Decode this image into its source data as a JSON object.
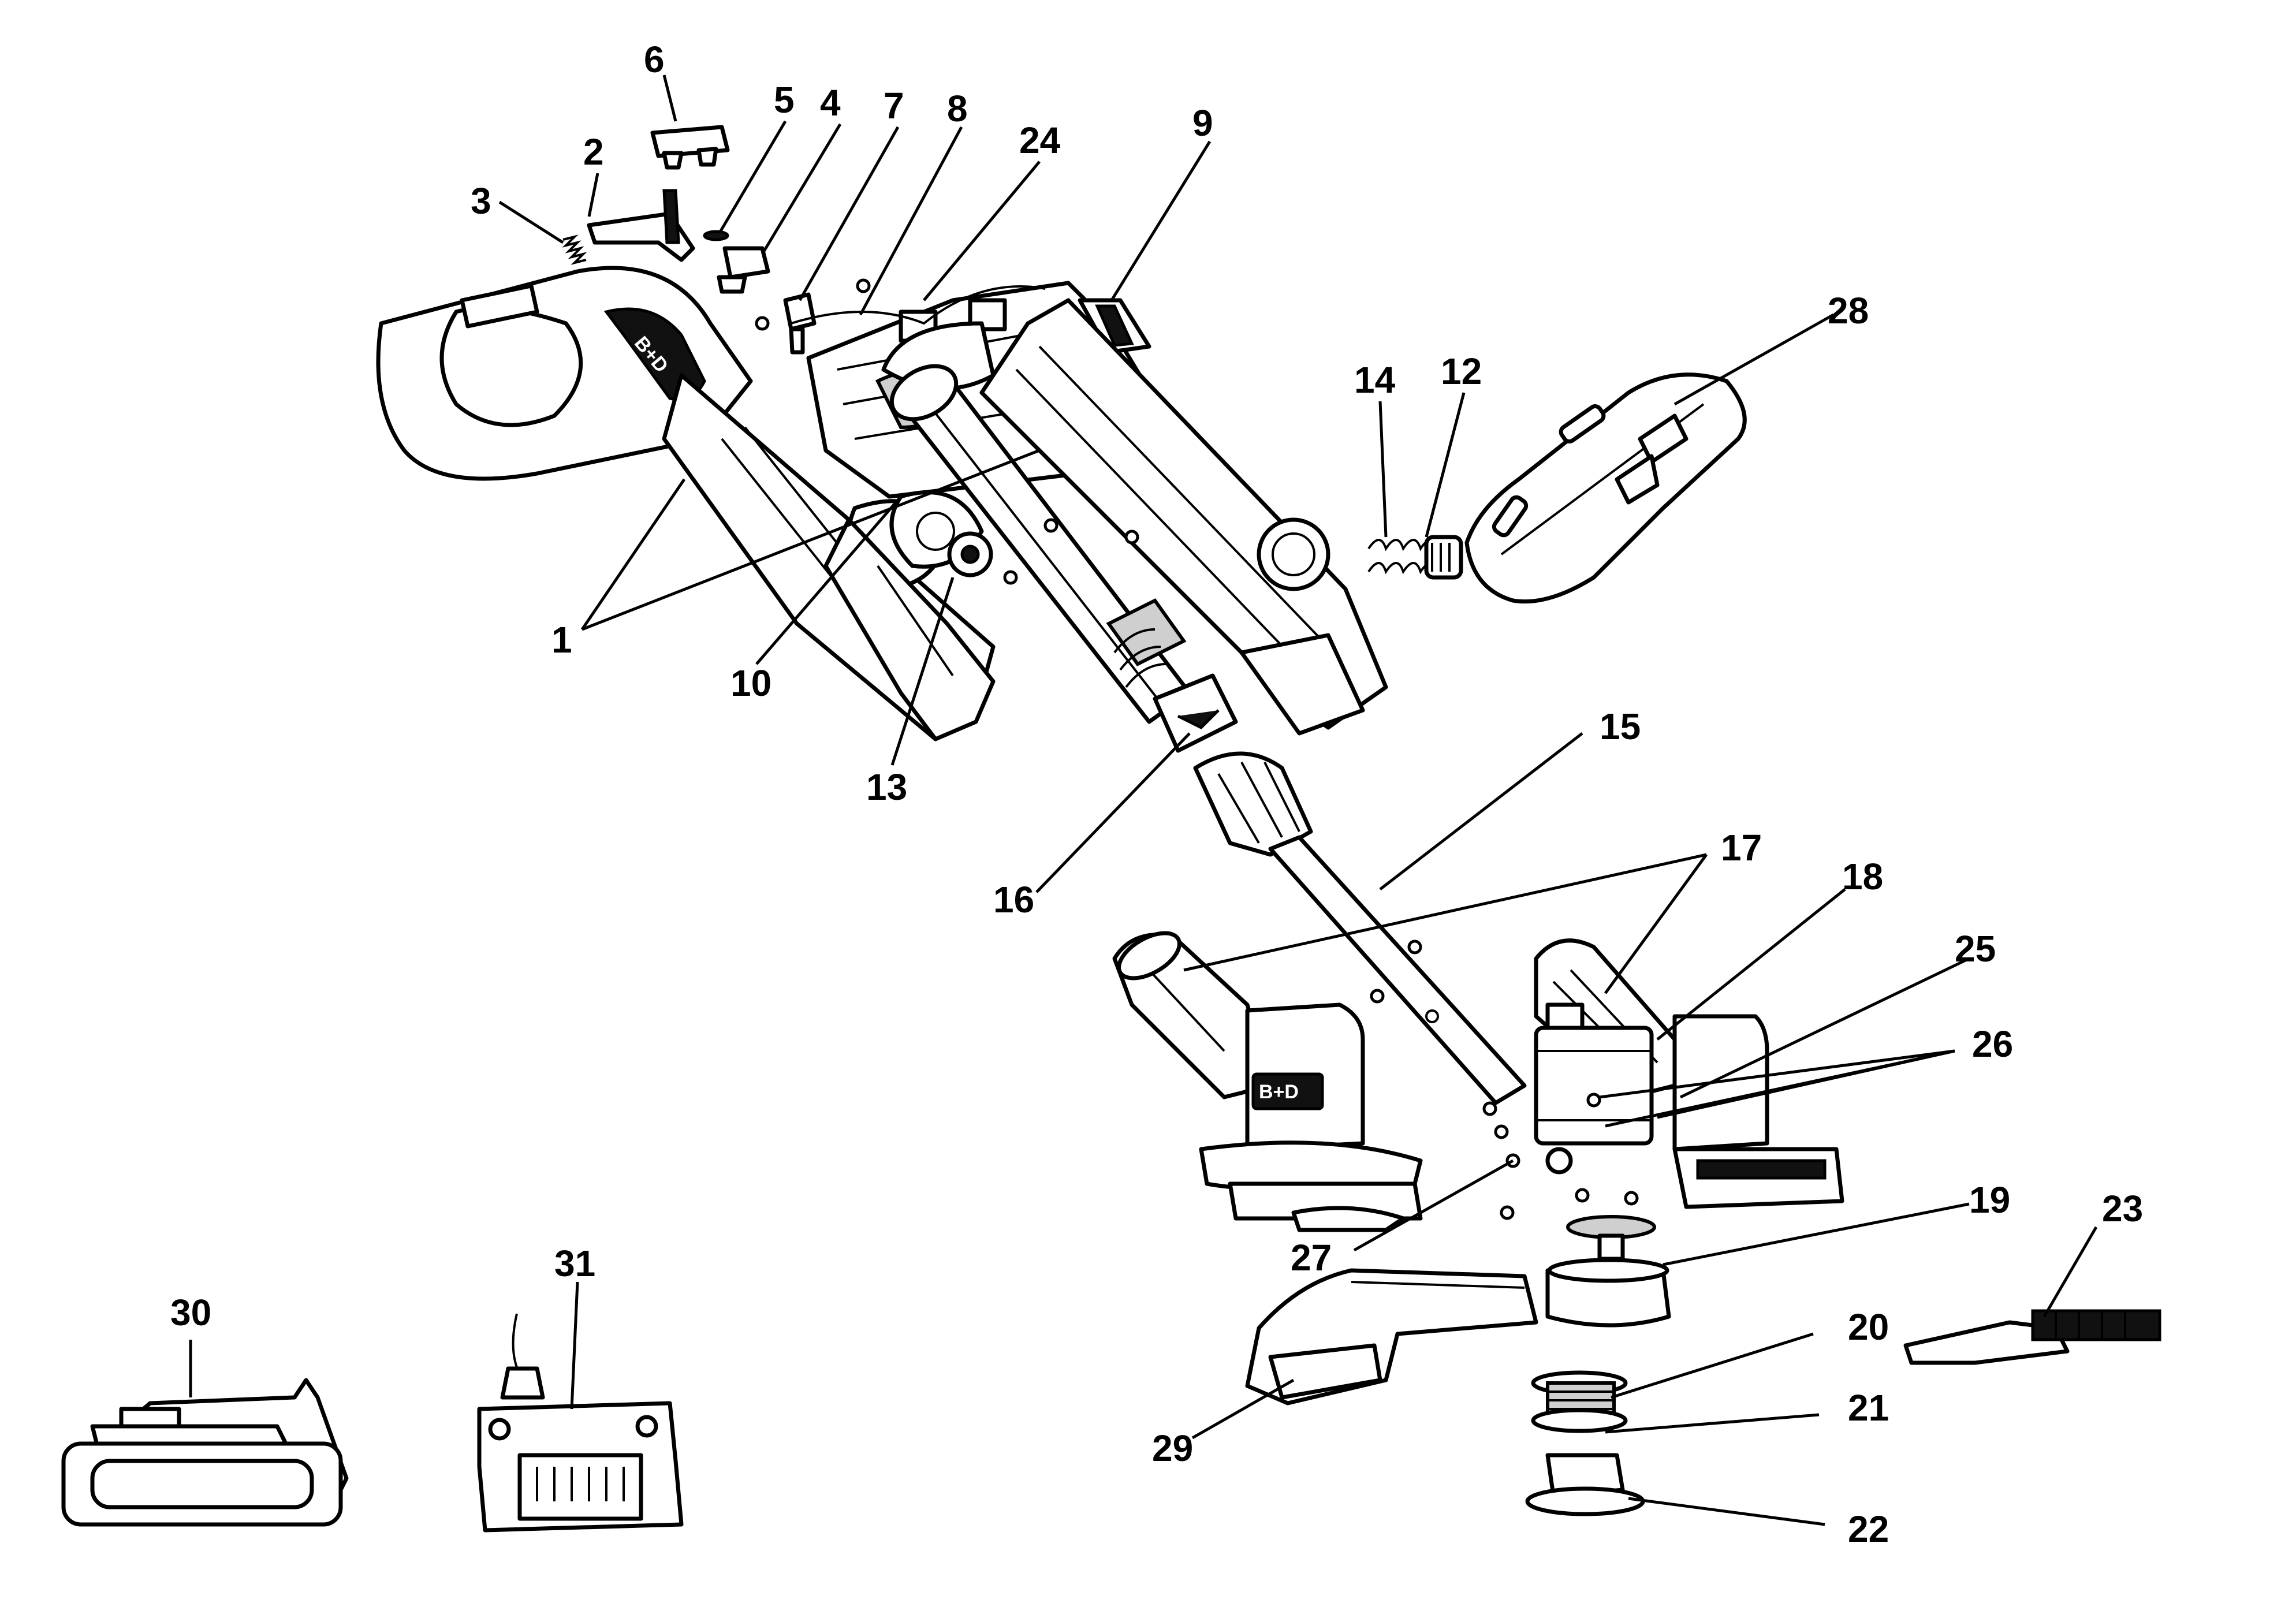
{
  "diagram": {
    "callouts": {
      "p1": "1",
      "p2": "2",
      "p3": "3",
      "p4": "4",
      "p5": "5",
      "p6": "6",
      "p7": "7",
      "p8": "8",
      "p9": "9",
      "p10": "10",
      "p12": "12",
      "p13": "13",
      "p14": "14",
      "p15": "15",
      "p16": "16",
      "p17": "17",
      "p18": "18",
      "p19": "19",
      "p20": "20",
      "p21": "21",
      "p22": "22",
      "p23": "23",
      "p24": "24",
      "p25": "25",
      "p26": "26",
      "p27": "27",
      "p28": "28",
      "p29": "29",
      "p30": "30",
      "p31": "31"
    }
  }
}
